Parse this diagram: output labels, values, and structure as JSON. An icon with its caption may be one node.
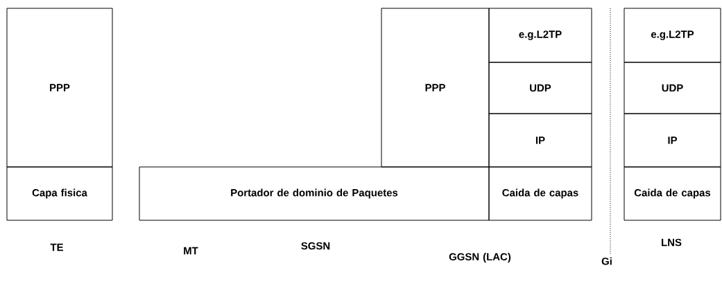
{
  "diagram": {
    "nodes": [
      {
        "text": [
          "PPP"
        ]
      },
      {
        "text": [
          "Capa fisica"
        ]
      },
      {
        "text": [
          "Portador de dominio de Paquetes"
        ]
      },
      {
        "text": [
          "PPP"
        ]
      },
      {
        "text": [
          "e.g.L2TP"
        ]
      },
      {
        "text": [
          "UDP"
        ]
      },
      {
        "text": [
          "IP"
        ]
      },
      {
        "text": [
          "Caida de capas"
        ]
      },
      {
        "text": [
          "e.g.L2TP"
        ]
      },
      {
        "text": [
          "UDP"
        ]
      },
      {
        "text": [
          "IP"
        ]
      },
      {
        "text": [
          "Caida de capas"
        ]
      }
    ],
    "labels": [
      "TE",
      "MT",
      "SGSN",
      "GGSN (LAC)",
      "Gi",
      "LNS"
    ]
  }
}
